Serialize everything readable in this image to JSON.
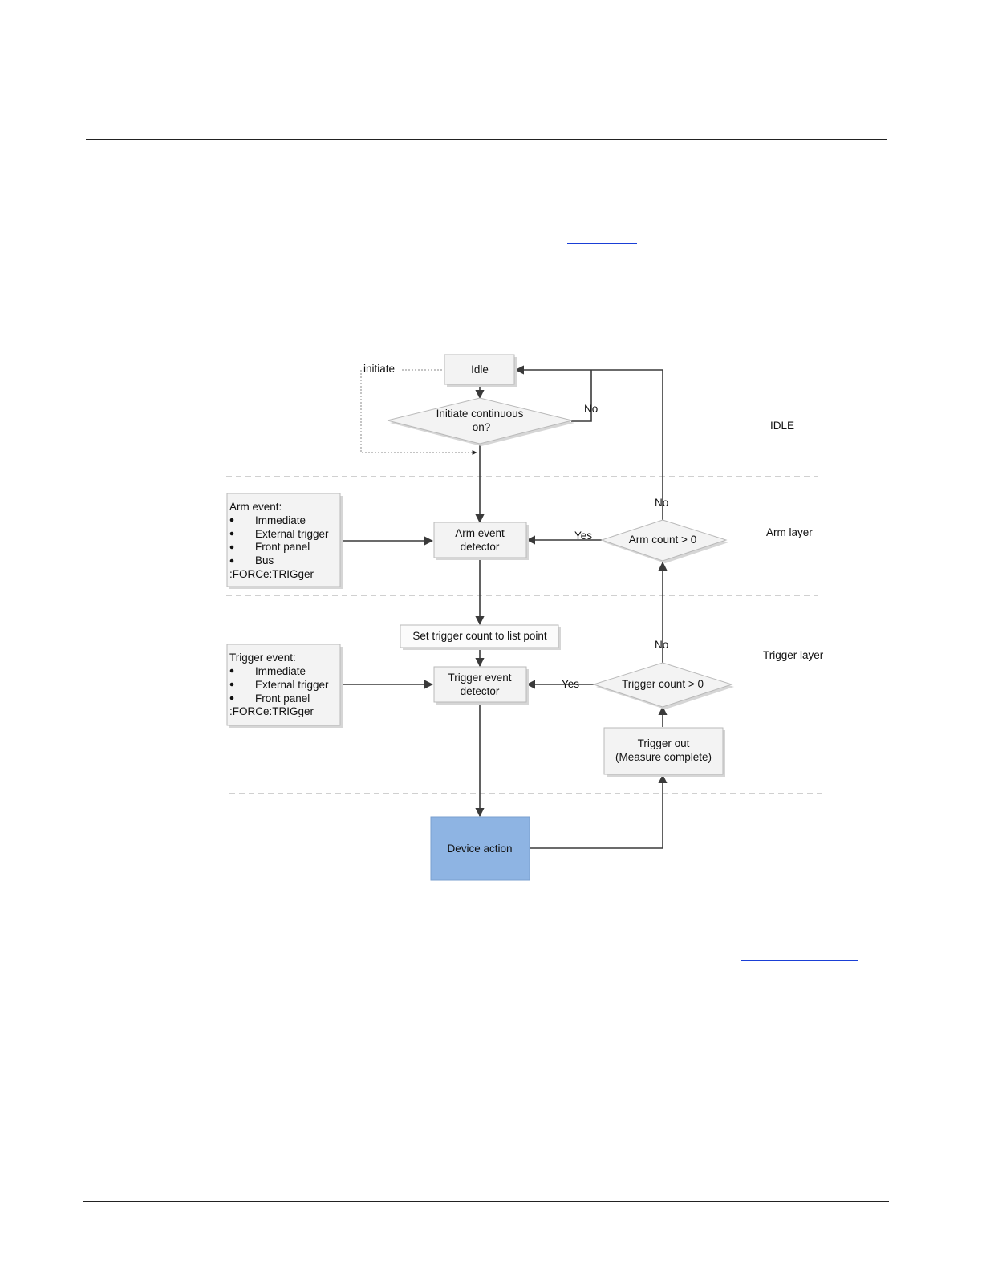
{
  "nodes": {
    "idle": "Idle",
    "initiate_continuous": [
      "Initiate continuous",
      "on?"
    ],
    "arm_event_list": {
      "title": "Arm event:",
      "items": [
        "Immediate",
        "External trigger",
        "Front panel",
        "Bus"
      ],
      "footer": ":FORCe:TRIGger"
    },
    "arm_event_detector": [
      "Arm event",
      "detector"
    ],
    "arm_count": "Arm count > 0",
    "set_trigger_count": "Set trigger count to list point",
    "trigger_event_list": {
      "title": "Trigger event:",
      "items": [
        "Immediate",
        "External trigger",
        "Front panel"
      ],
      "footer": ":FORCe:TRIGger"
    },
    "trigger_event_detector": [
      "Trigger event",
      "detector"
    ],
    "trigger_count": "Trigger count > 0",
    "trigger_out": [
      "Trigger out",
      "(Measure complete)"
    ],
    "device_action": "Device action"
  },
  "edge_labels": {
    "initiate": "initiate",
    "no_idle": "No",
    "no_arm": "No",
    "yes_arm": "Yes",
    "no_trigger": "No",
    "yes_trigger": "Yes"
  },
  "layers": {
    "idle": "IDLE",
    "arm": "Arm layer",
    "trigger": "Trigger layer"
  },
  "colors": {
    "box_fill": "#f3f3f3",
    "device_action_fill": "#8eb4e3",
    "line": "#3a3a3a",
    "separator": "#b3b3b3",
    "link_underline": "#1a3fd6"
  }
}
